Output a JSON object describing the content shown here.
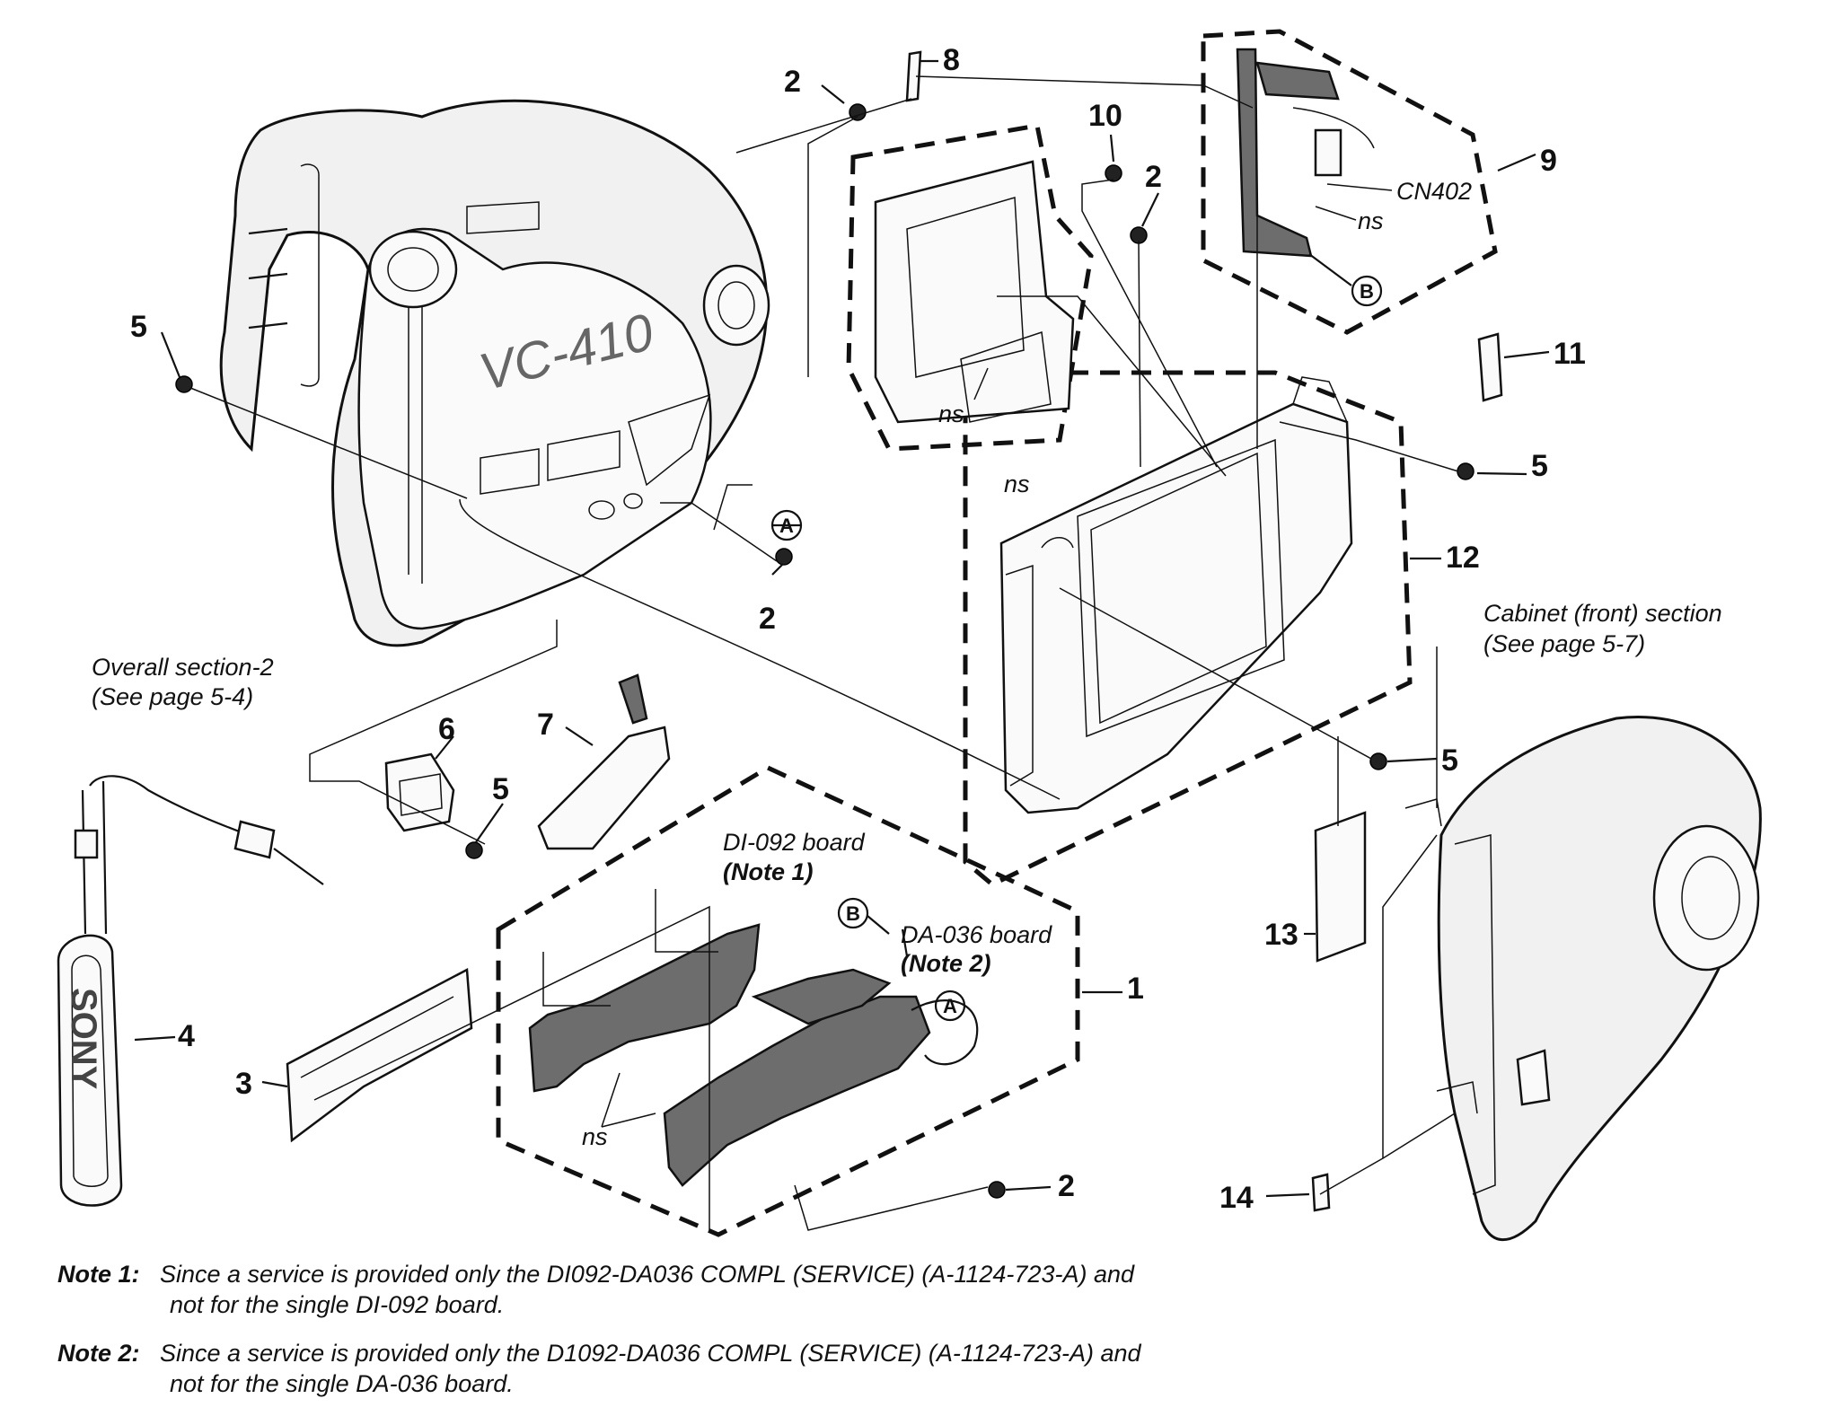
{
  "callouts": [
    "1",
    "2",
    "3",
    "4",
    "5",
    "6",
    "7",
    "8",
    "9",
    "10",
    "11",
    "12",
    "13",
    "14"
  ],
  "labels": {
    "overall_section_line1": "Overall section-2",
    "overall_section_line2": "(See page 5-4)",
    "cabinet_front_line1": "Cabinet (front) section",
    "cabinet_front_line2": "(See page 5-7)",
    "di_board": "DI-092 board",
    "di_note": "(Note 1)",
    "da_board": "DA-036 board",
    "da_note": "(Note 2)",
    "connector": "CN402",
    "not_supplied": "ns",
    "ref_a": "A",
    "ref_b": "B",
    "lcd_model": "VC-410",
    "strap_brand": "SONY"
  },
  "notes": [
    {
      "label": "Note 1:",
      "line1": "Since a service is provided only the DI092-DA036 COMPL (SERVICE) (A-1124-723-A) and",
      "line2": "not for the single DI-092 board."
    },
    {
      "label": "Note 2:",
      "line1": "Since a service is provided only the D1092-DA036 COMPL (SERVICE) (A-1124-723-A) and",
      "line2": "not for the single DA-036 board."
    }
  ]
}
